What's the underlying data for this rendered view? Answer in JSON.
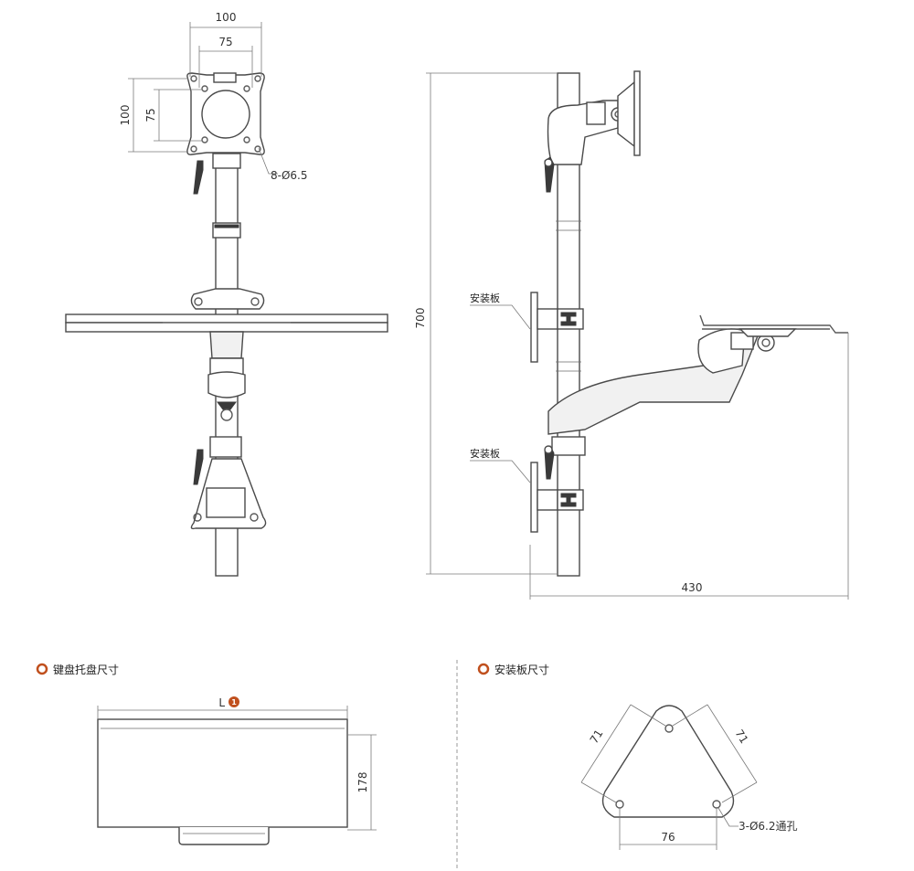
{
  "front_view": {
    "dim_outer_width": "100",
    "dim_inner_width": "75",
    "dim_outer_height": "100",
    "dim_inner_height": "75",
    "hole_spec": "8-Ø6.5"
  },
  "side_view": {
    "dim_height": "700",
    "dim_depth": "430",
    "mount_plate_label_upper": "安装板",
    "mount_plate_label_lower": "安装板"
  },
  "keyboard_tray_section": {
    "title": "键盘托盘尺寸",
    "length_label": "L",
    "length_badge": "1",
    "depth": "178"
  },
  "mount_plate_section": {
    "title": "安装板尺寸",
    "side_left": "71",
    "side_right": "71",
    "bottom": "76",
    "hole_spec": "3-Ø6.2通孔"
  },
  "colors": {
    "line": "#5a5a5a",
    "accent_marker": "#c0501e",
    "background": "#ffffff"
  }
}
